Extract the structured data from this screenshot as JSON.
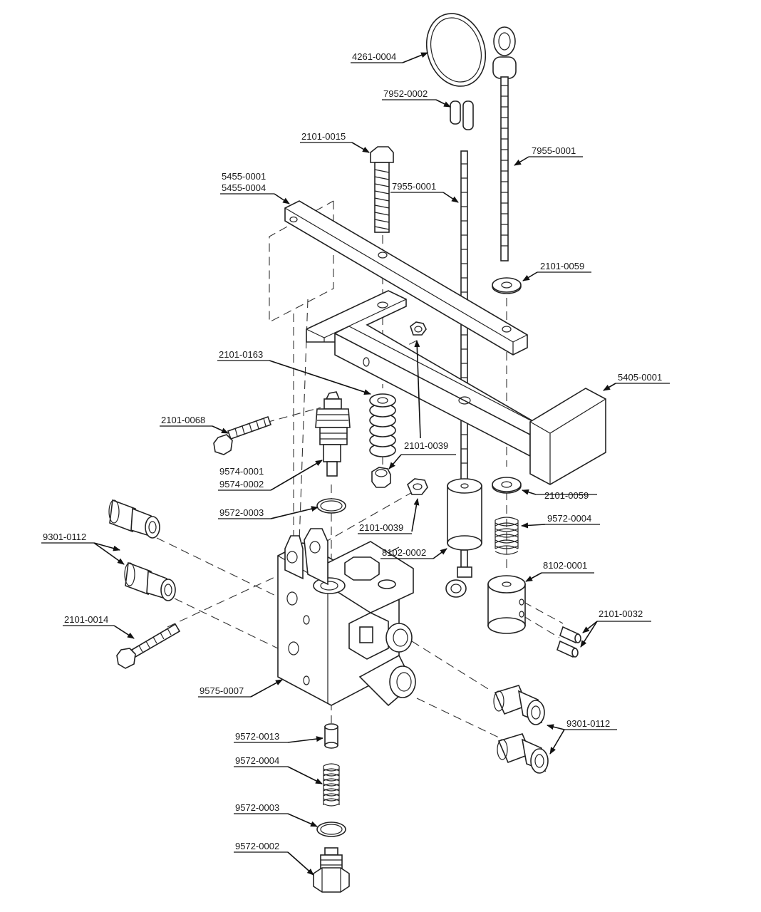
{
  "labels": {
    "l4261_0004": "4261-0004",
    "l7952_0002": "7952-0002",
    "l2101_0015": "2101-0015",
    "l7955_0001_right": "7955-0001",
    "l5455_0001": "5455-0001",
    "l5455_0004": "5455-0004",
    "l7955_0001_mid": "7955-0001",
    "l2101_0059_top": "2101-0059",
    "l2101_0163": "2101-0163",
    "l5405_0001": "5405-0001",
    "l2101_0068": "2101-0068",
    "l2101_0039_upper": "2101-0039",
    "l9574_0001": "9574-0001",
    "l9574_0002": "9574-0002",
    "l2101_0059_bottom": "2101-0059",
    "l9572_0003_upper": "9572-0003",
    "l9572_0004_right": "9572-0004",
    "l2101_0039_lower": "2101-0039",
    "l9301_0112_left": "9301-0112",
    "l8102_0002": "8102-0002",
    "l8102_0001": "8102-0001",
    "l2101_0032": "2101-0032",
    "l2101_0014": "2101-0014",
    "l9575_0007": "9575-0007",
    "l9301_0112_right": "9301-0112",
    "l9572_0013": "9572-0013",
    "l9572_0004_bottom": "9572-0004",
    "l9572_0003_bottom": "9572-0003",
    "l9572_0002": "9572-0002"
  }
}
